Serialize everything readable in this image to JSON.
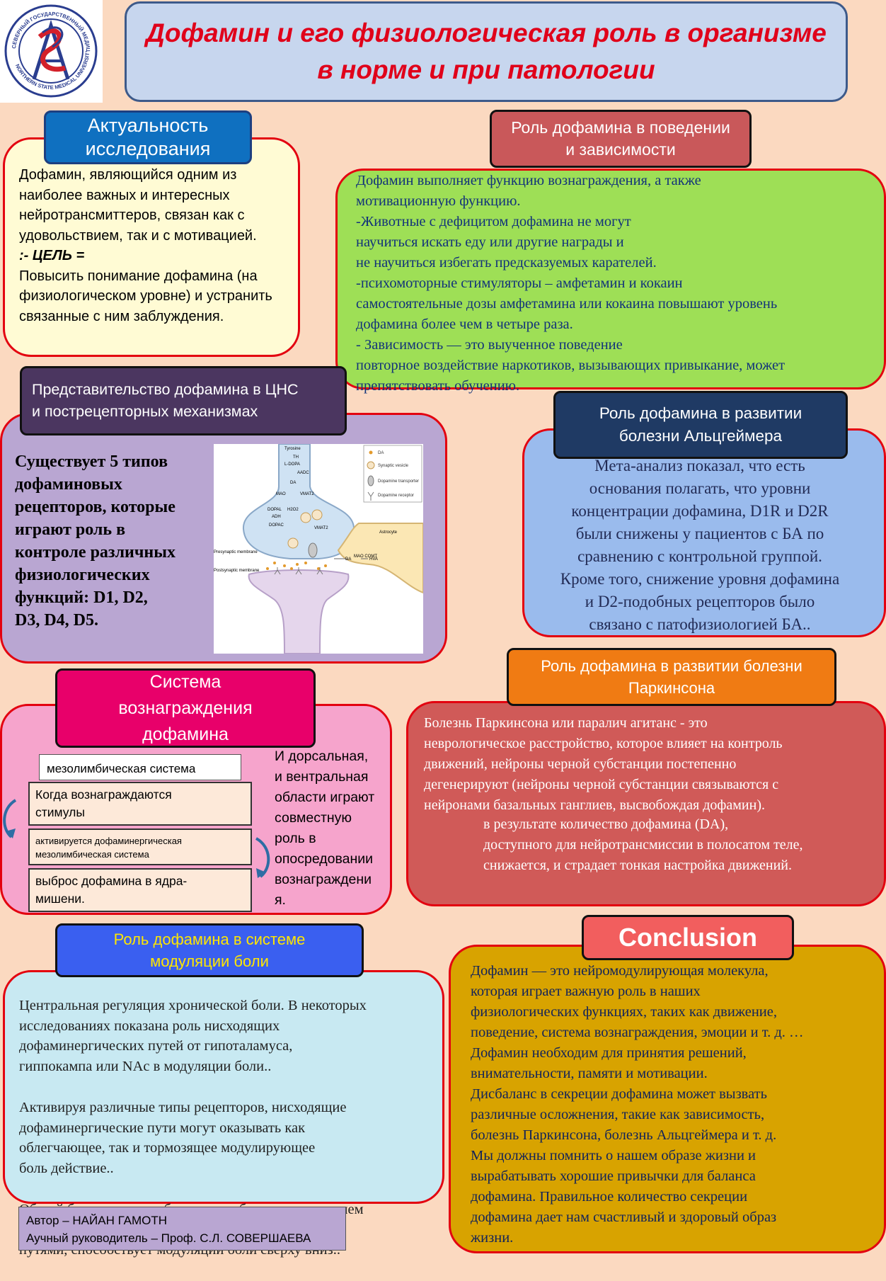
{
  "logo": {
    "ring_text_top": "СЕВЕРНЫЙ ГОСУДАРСТВЕННЫЙ МЕДИЦИНСКИЙ УНИВЕРСИТЕТ",
    "ring_text_bottom": "NORTHERN STATE MEDICAL UNIVERSITY",
    "colors": {
      "blue": "#2a3d8f",
      "red": "#d3202a"
    }
  },
  "title": {
    "line1": "Дофамин и его физиологическая роль в организме",
    "line2": "в норме и при патологии",
    "color": "#e0001a"
  },
  "relevance": {
    "header": "Актуальность исследования",
    "intro": "Дофамин, являющийся одним из наиболее важных и интересных нейротрансмиттеров, связан как с удовольствием, так и с мотивацией.",
    "goal_label": ":- ЦЕЛЬ =",
    "goal_text": "Повысить понимание дофамина (на физиологическом уровне) и устранить связанные с ним заблуждения."
  },
  "behavior": {
    "header": "Роль дофамина в поведении\nи зависимости",
    "text": "Дофамин выполняет функцию вознаграждения, а также\nмотивационную функцию.\n-Животные с дефицитом дофамина не могут\n научиться искать еду или другие награды и\n не научиться избегать предсказуемых карателей.\n-психомоторные стимуляторы – амфетамин и кокаин\nсамостоятельные дозы амфетамина или кокаина повышают уровень\nдофамина более чем в четыре раза.\n- Зависимость — это выученное поведение\nповторное воздействие наркотиков, вызывающих привыкание, может\nпрепятствовать обучению."
  },
  "cns": {
    "header": "Представительство дофамина в ЦНС\nи пострецепторных механизмах",
    "text": "Существует  5 типов\nдофаминовых\nрецепторов, которые\nиграют роль в\nконтроле различных\nфизиологических\nфункций: D1, D2,\nD3, D4, D5.",
    "diagram": {
      "legend": [
        "DA",
        "Synaptic vesicle",
        "Dopamine transporter",
        "Dopamine receptor"
      ],
      "labels": {
        "tyrosine": "Tyrosine",
        "th": "TH",
        "ldopa": "L-DOPA",
        "aadc": "AADC",
        "da": "DA",
        "vmat2": "VMAT2",
        "mao": "MAO",
        "dopal": "DOPAL",
        "h2o2": "H2O2",
        "adh": "ADH",
        "dopac": "DOPAC",
        "vmat2b": "VMAT2",
        "astrocyte": "Astrocyte",
        "presyn": "Presynaptic membrane",
        "postsyn": "Postsynaptic membrane",
        "da2": "DA",
        "maocomt": "MAO\nCOMT",
        "hva": "HVA"
      }
    }
  },
  "alzheimer": {
    "header": "Роль дофамина в развитии\nболезни Альцгеймера",
    "text": "Мета-анализ показал, что есть\nоснования полагать, что уровни\nконцентрации дофамина, D1R и D2R\nбыли снижены у пациентов с БА по\nсравнению с контрольной группой.\nКроме того, снижение уровня дофамина\nи D2-подобных рецепторов было\nсвязано с патофизиологией БА.."
  },
  "reward": {
    "header": "Система\nвознаграждения\nдофамина",
    "step0": "мезолимбическая  система",
    "step1": "Когда вознаграждаются\nстимулы",
    "step2": "активируется дофаминергическая\nмезолимбическая система",
    "step3": "выброс дофамина  в ядра-\nмишени.",
    "side": "И дорсальная,\nи вентральная\nобласти играют\nсовместную\nроль в\nопосредовании\nвознаграждени\nя."
  },
  "parkinson": {
    "header": "Роль дофамина в развитии болезни\nПаркинсона",
    "text1": "Болезнь Паркинсона или паралич агитанс - это\nневрологическое расстройство, которое влияет на контроль\nдвижений, нейроны черной субстанции постепенно\nдегенерируют (нейроны черной субстанции связываются с\nнейронами базальных ганглиев, высвобождая дофамин).",
    "text2": "в результате  количество дофамина (DA),\nдоступного для нейротрансмиссии в полосатом теле,\nснижается, и страдает тонкая настройка движений."
  },
  "pain": {
    "header": "Роль дофамина в системе\nмодуляции боли",
    "p1": "Центральная регуляция хронической боли. В некоторых\nисследованиях показана роль нисходящих\nдофаминергических путей от гипоталамуса,\nгиппокампа или NAc в модуляции боли..",
    "p2": " Активируя различные типы рецепторов, нисходящие\n      дофаминергические пути могут оказывать как\n      облегчающее, так и тормозящее модулирующее\n      боль действие..",
    "p3": " Общий баланс между облегчением боли и подавлением\n      боли, опосредованным этими дофаминергическими\n      путями, способствует модуляции боли сверху вниз.."
  },
  "conclusion": {
    "header": "Conclusion",
    "text": "Дофамин — это нейромодулирующая молекула,\nкоторая играет важную роль в наших\nфизиологических функциях, таких как движение,\nповедение, система вознаграждения, эмоции и т. д. …\nДофамин необходим для принятия решений,\nвнимательности, памяти и мотивации.\nДисбаланс в секреции дофамина может вызвать\nразличные осложнения, такие как зависимость,\nболезнь Паркинсона, болезнь Альцгеймера и т. д.\nМы должны помнить о нашем образе жизни и\nвырабатывать хорошие привычки для баланса\nдофамина. Правильное количество секреции\nдофамина дает нам счастливый и здоровый образ\nжизни."
  },
  "author": {
    "line1": "Автор – НАЙАН ГАМОТН",
    "line2": "Аучный руководитель – Проф. С.Л. СОВЕРШАЕВА"
  }
}
